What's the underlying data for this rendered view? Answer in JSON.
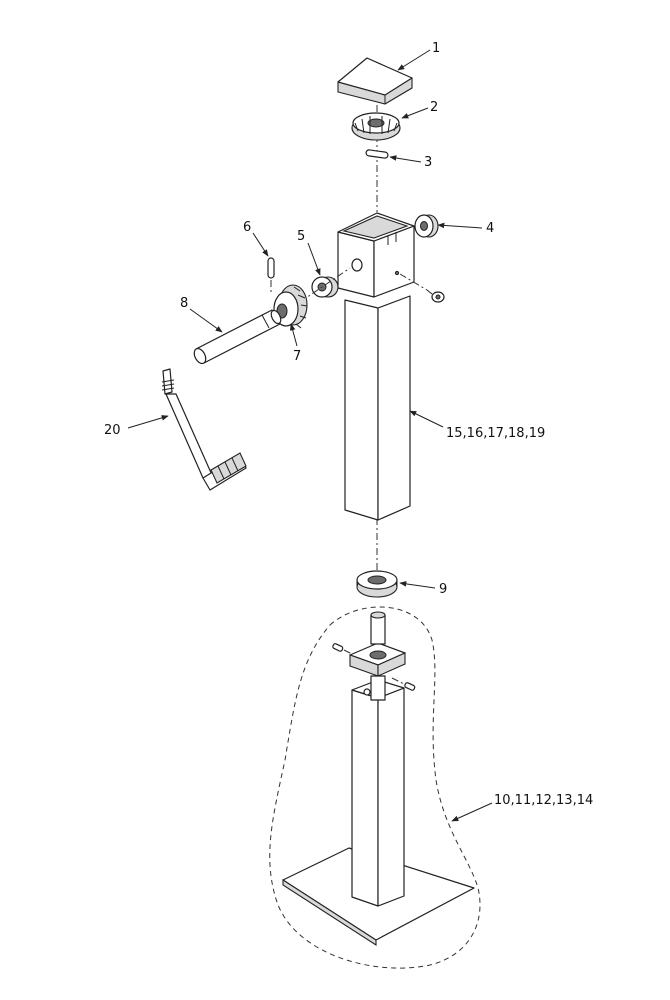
{
  "callouts": {
    "c1": "1",
    "c2": "2",
    "c3": "3",
    "c4": "4",
    "c5": "5",
    "c6": "6",
    "c7": "7",
    "c8": "8",
    "c9": "9",
    "c20": "20",
    "c15_19": "15,16,17,18,19",
    "c10_14": "10,11,12,13,14"
  },
  "colors": {
    "line": "#222222",
    "background": "#ffffff",
    "shade": "#d9d9d9"
  }
}
